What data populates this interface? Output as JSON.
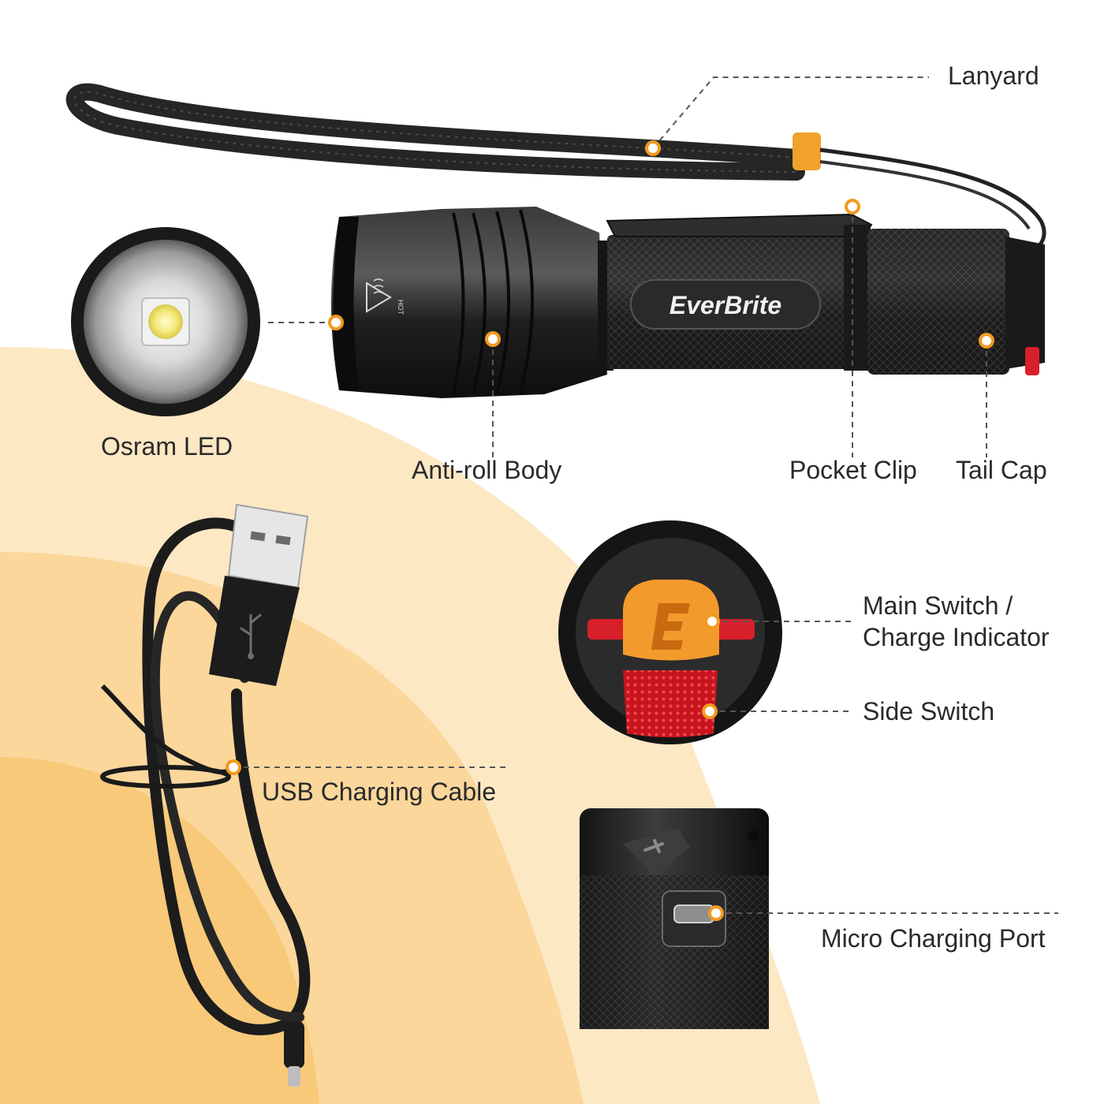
{
  "colors": {
    "accent": "#f29a1f",
    "bg_light": "#fde8c4",
    "bg_mid": "#fbd79c",
    "bg_dark": "#f8c979",
    "body_black": "#1d1d1d",
    "switch_red": "#d8202a",
    "switch_orange": "#f39a2c",
    "text": "#2a2a2a"
  },
  "brand": {
    "logo_text": "EverBrite",
    "hot_mark": "HOT"
  },
  "callouts": {
    "lanyard": "Lanyard",
    "osram_led": "Osram LED",
    "anti_roll_body": "Anti-roll Body",
    "pocket_clip": "Pocket Clip",
    "tail_cap": "Tail Cap",
    "main_switch_line1": "Main Switch /",
    "main_switch_line2": "Charge Indicator",
    "side_switch": "Side Switch",
    "usb_cable": "USB Charging Cable",
    "micro_port": "Micro Charging Port"
  },
  "icons": {
    "main_switch": "e-logo-icon",
    "usb_plug": "usb-symbol-icon",
    "port_cover": "usb-symbol-icon",
    "hot_warning": "heat-warning-icon"
  }
}
